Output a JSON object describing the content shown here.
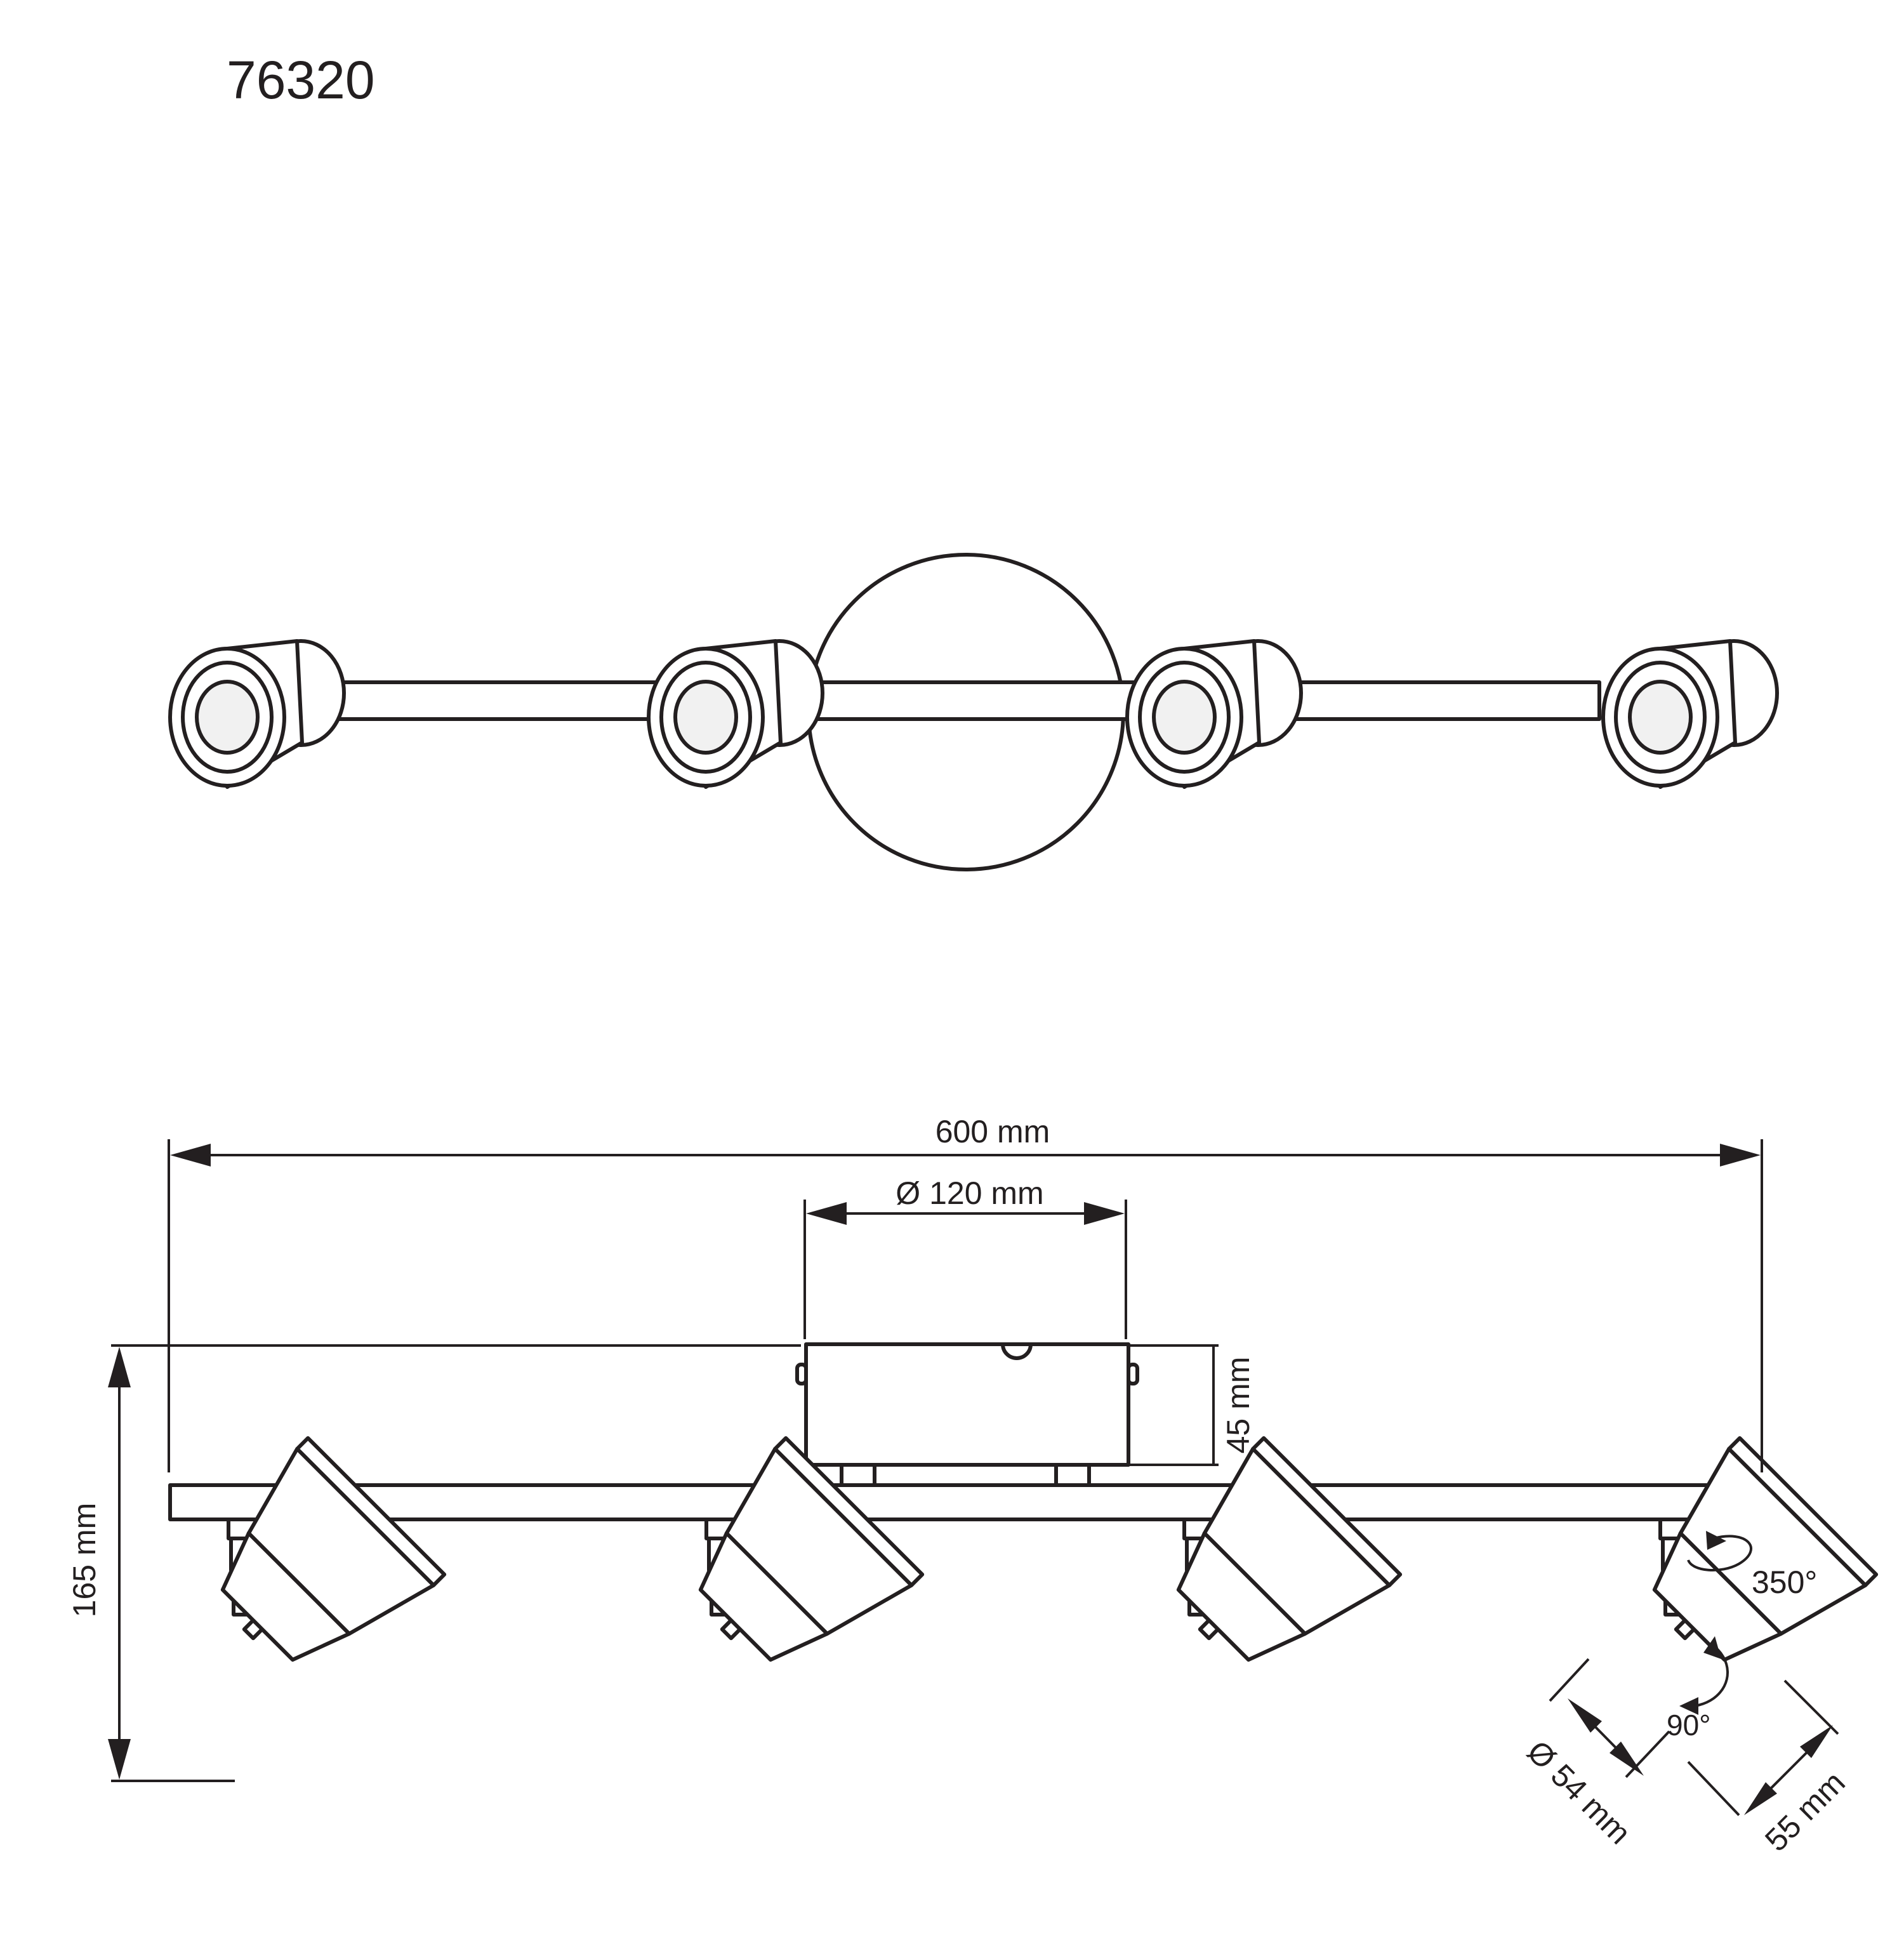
{
  "model_number": "76320",
  "dimensions": {
    "total_width": "600 mm",
    "canopy_diameter": "Ø 120 mm",
    "canopy_height": "45 mm",
    "total_height": "165 mm",
    "head_diameter": "Ø 54 mm",
    "head_length": "55 mm"
  },
  "rotation": {
    "horizontal": "350°",
    "vertical": "90°"
  },
  "views": {
    "top_spot_count": 4,
    "side_spot_count": 4
  },
  "colors": {
    "line": "#231f20",
    "lens_fill": "#f1f1f1",
    "background": "#ffffff"
  }
}
